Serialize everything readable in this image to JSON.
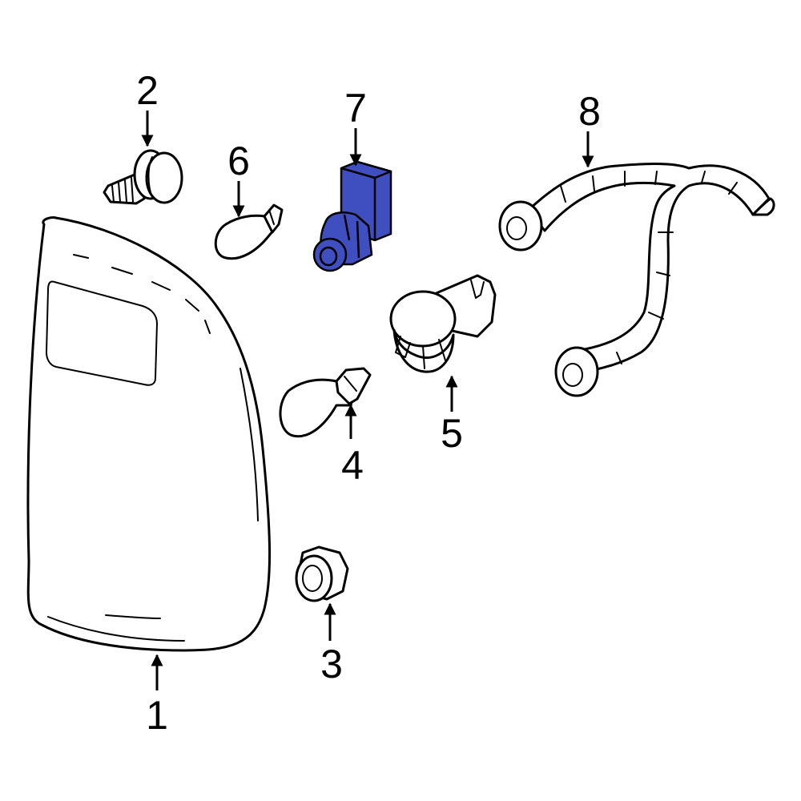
{
  "highlight_color": "#3f4fc0",
  "callouts": [
    {
      "id": "1",
      "label": "1",
      "part": "lamp-assembly"
    },
    {
      "id": "2",
      "label": "2",
      "part": "screw"
    },
    {
      "id": "3",
      "label": "3",
      "part": "nut"
    },
    {
      "id": "4",
      "label": "4",
      "part": "bulb"
    },
    {
      "id": "5",
      "label": "5",
      "part": "socket"
    },
    {
      "id": "6",
      "label": "6",
      "part": "bulb"
    },
    {
      "id": "7",
      "label": "7",
      "part": "socket-highlighted"
    },
    {
      "id": "8",
      "label": "8",
      "part": "wire-harness"
    }
  ]
}
